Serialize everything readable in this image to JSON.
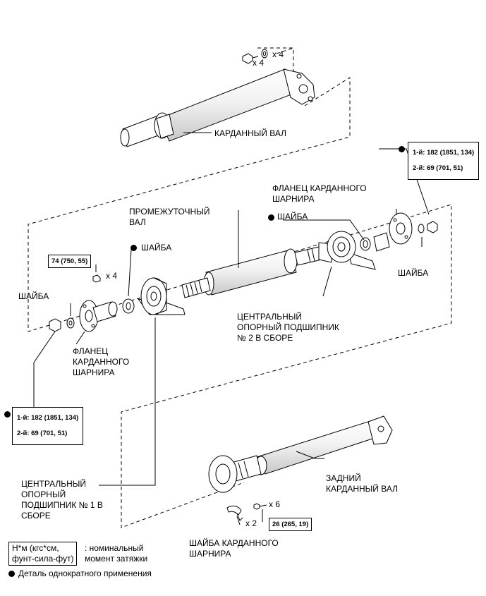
{
  "labels": {
    "propeller_shaft": "КАРДАННЫЙ ВАЛ",
    "flange_top": "ФЛАНЕЦ КАРДАННОГО\nШАРНИРА",
    "intermediate_shaft": "ПРОМЕЖУТОЧНЫЙ\nВАЛ",
    "washer_top": "ШАЙБА",
    "washer_mid": "ШАЙБА",
    "washer_right": "ШАЙБА",
    "washer_left": "ШАЙБА",
    "flange_left": "ФЛАНЕЦ\nКАРДАННОГО\nШАРНИРА",
    "center_bearing_2": "ЦЕНТРАЛЬНЫЙ\nОПОРНЫЙ ПОДШИПНИК\n№ 2 В СБОРЕ",
    "center_bearing_1": "ЦЕНТРАЛЬНЫЙ\nОПОРНЫЙ\nПОДШИПНИК № 1 В\nСБОРЕ",
    "rear_shaft": "ЗАДНИЙ\nКАРДАННЫЙ ВАЛ",
    "joint_washer": "ШАЙБА КАРДАННОГО\nШАРНИРА"
  },
  "quantities": {
    "top_bolts": "x 4",
    "top_washers": "x 4",
    "left_nuts": "x 4",
    "rear_bolts": "x 6",
    "rear_washers": "x 2"
  },
  "torque": {
    "right_box": "1-й: 182 (1851, 134)\n2-й: 69 (701, 51)",
    "left_box": "1-й: 182 (1851, 134)\n2-й: 69 (701, 51)",
    "left_nut": "74 (750, 55)",
    "rear_bolt": "26 (265, 19)"
  },
  "legend": {
    "unit_box": "Н*м (кгс*см,\nфунт-сила-фут)",
    "unit_desc": ": номинальный\nмомент затяжки",
    "single_use": "Деталь однократного применения"
  },
  "icons": {
    "single_use_marker": "filled-circle"
  }
}
